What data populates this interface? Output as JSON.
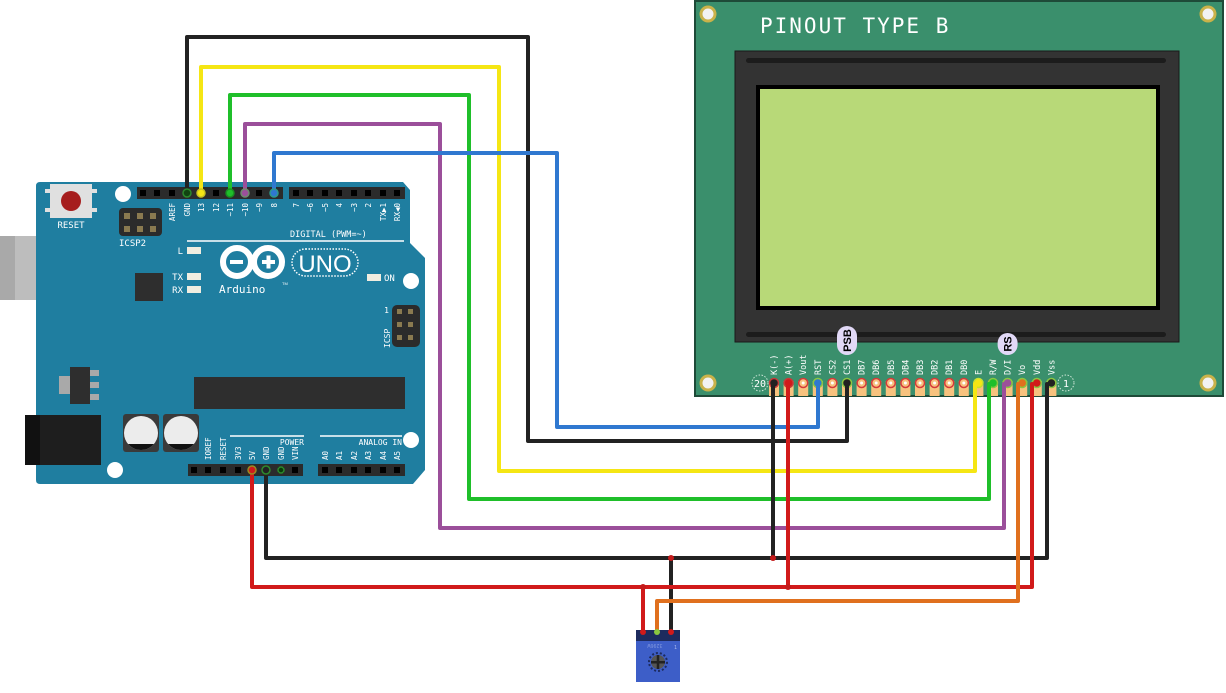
{
  "lcd": {
    "title": "PINOUT TYPE B",
    "pin_number_left": "20",
    "pin_number_right": "1",
    "pins": [
      "K(-)",
      "A(+)",
      "Vout",
      "RST",
      "CS2",
      "CS1",
      "DB7",
      "DB6",
      "DB5",
      "DB4",
      "DB3",
      "DB2",
      "DB1",
      "DB0",
      "E",
      "R/W",
      "D/I",
      "Vo",
      "Vdd",
      "Vss"
    ],
    "badges": [
      {
        "label": "PSB",
        "pin": "CS1"
      },
      {
        "label": "RS",
        "pin": "D/I"
      }
    ],
    "colors": {
      "board": "#3a8f6c",
      "bezel": "#333333",
      "screen": "#b8d978",
      "pad": "#f7c27e"
    }
  },
  "arduino": {
    "model": "UNO",
    "brand": "Arduino",
    "trademark": "TM",
    "reset_label": "RESET",
    "icsp2_label": "ICSP2",
    "icsp_label": "ICSP",
    "icsp_pin1": "1",
    "led_labels": [
      "L",
      "TX",
      "RX"
    ],
    "on_label": "ON",
    "digital_header_label": "DIGITAL (PWM=~)",
    "digital_pins": [
      "AREF",
      "GND",
      "13",
      "12",
      "~11",
      "~10",
      "~9",
      "8",
      "7",
      "~6",
      "~5",
      "4",
      "~3",
      "2",
      "TX▶1",
      "RX◀0"
    ],
    "power_header_label": "POWER",
    "power_pins": [
      "IOREF",
      "RESET",
      "3V3",
      "5V",
      "GND",
      "GND",
      "VIN"
    ],
    "analog_header_label": "ANALOG IN",
    "analog_pins": [
      "A0",
      "A1",
      "A2",
      "A3",
      "A4",
      "A5"
    ],
    "colors": {
      "board": "#1f7ea0",
      "header": "#2b2b2b"
    }
  },
  "potentiometer": {
    "label": "3296W",
    "pin_marker": "1",
    "colors": {
      "body": "#3d5ec8",
      "top": "#1d2b5e"
    }
  },
  "wires": [
    {
      "id": "gnd-cs1",
      "from": "Arduino GND (digital)",
      "to": "LCD CS1 (PSB)",
      "color": "#222222"
    },
    {
      "id": "d13-e",
      "from": "Arduino 13",
      "to": "LCD E",
      "color": "#f5e614"
    },
    {
      "id": "d11-rw",
      "from": "Arduino ~11",
      "to": "LCD R/W",
      "color": "#1fbf2a"
    },
    {
      "id": "d10-di",
      "from": "Arduino ~10",
      "to": "LCD D/I (RS)",
      "color": "#9b4f9a"
    },
    {
      "id": "d8-rst",
      "from": "Arduino 8",
      "to": "LCD RST",
      "color": "#2f78d0"
    },
    {
      "id": "5v-bus",
      "from": "Arduino 5V",
      "to": "LCD A(+), Vdd, Pot pin",
      "color": "#d11a1a"
    },
    {
      "id": "gnd-bus",
      "from": "Arduino GND (power)",
      "to": "LCD K(-), Vss, Pot pin",
      "color": "#222222"
    },
    {
      "id": "pot-vo",
      "from": "Pot wiper",
      "to": "LCD Vo",
      "color": "#e0701e"
    }
  ]
}
